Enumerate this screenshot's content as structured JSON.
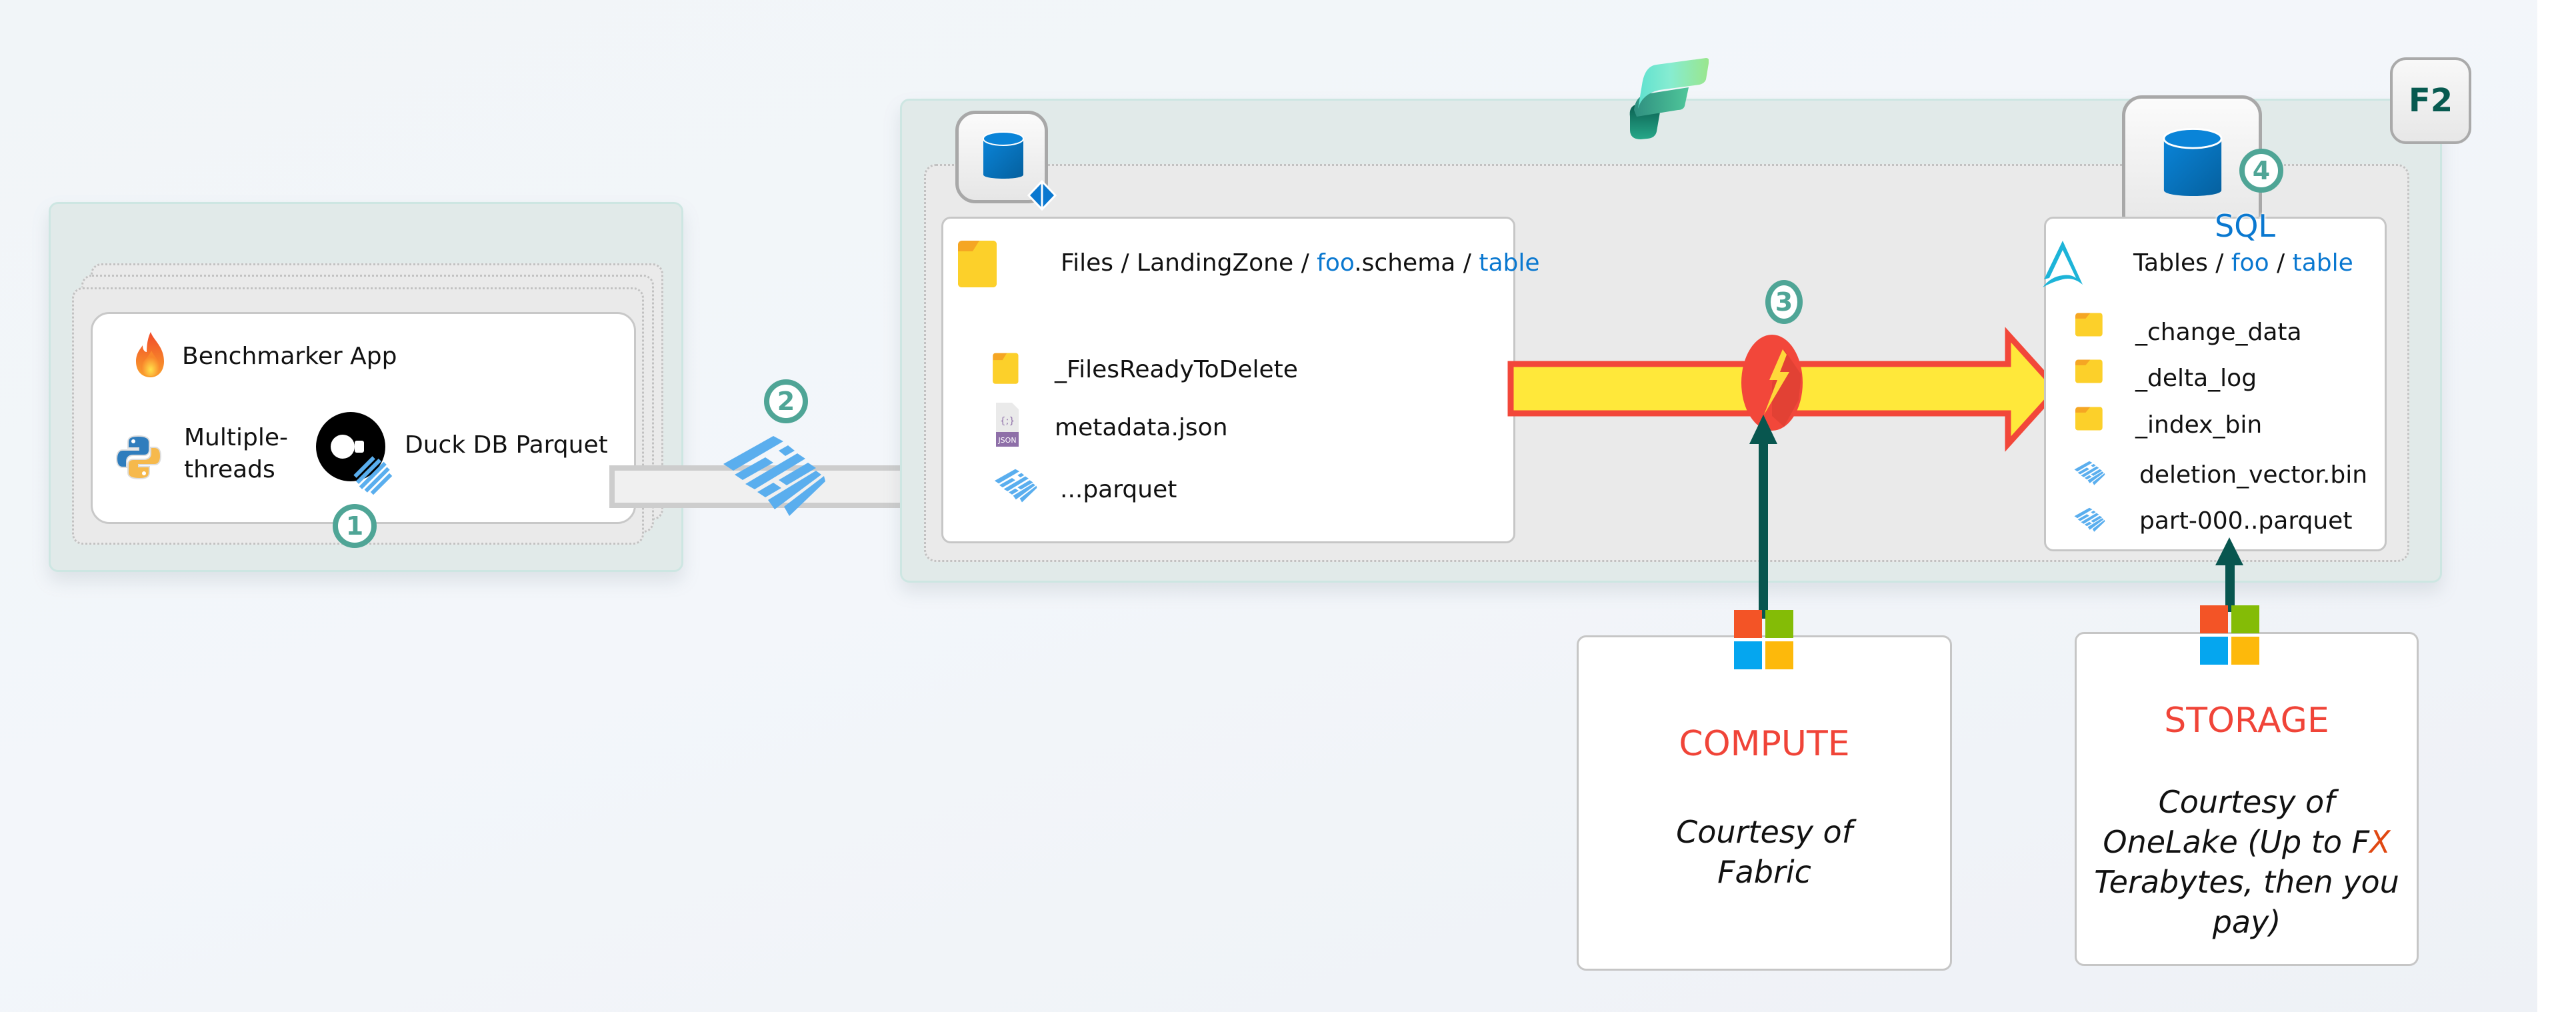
{
  "left_group": {
    "app_title": "Benchmarker App",
    "threads_label_line1": "Multiple-",
    "threads_label_line2": "threads",
    "duckdb_label": "Duck DB Parquet",
    "step": "1",
    "icons": [
      "flame-icon",
      "python-icon",
      "duckdb-icon",
      "parquet-icon"
    ]
  },
  "transfer": {
    "step": "2",
    "icon": "parquet-icon"
  },
  "fabric": {
    "capacity_badge": "F2",
    "logo": "fabric-logo",
    "lakehouse_icon": "lakehouse-icon",
    "files_panel": {
      "path_parts": [
        {
          "text": "Files / LandingZone / ",
          "highlight": false
        },
        {
          "text": "foo",
          "highlight": true
        },
        {
          "text": ".schema / ",
          "highlight": false
        },
        {
          "text": "table",
          "highlight": true
        }
      ],
      "items": [
        {
          "icon": "folder-icon",
          "name": "_FilesReadyToDelete"
        },
        {
          "icon": "json-file-icon",
          "name": "metadata.json"
        },
        {
          "icon": "parquet-icon",
          "name": "...parquet"
        }
      ]
    },
    "process": {
      "step": "3",
      "icon": "lightning-icon"
    },
    "sql_endpoint": {
      "label": "SQL",
      "step": "4"
    },
    "tables_panel": {
      "path_parts": [
        {
          "text": "Tables / ",
          "highlight": false
        },
        {
          "text": "foo",
          "highlight": true
        },
        {
          "text": " / ",
          "highlight": false
        },
        {
          "text": "table",
          "highlight": true
        }
      ],
      "items": [
        {
          "icon": "folder-icon",
          "name": "_change_data"
        },
        {
          "icon": "folder-icon",
          "name": "_delta_log"
        },
        {
          "icon": "folder-icon",
          "name": "_index_bin"
        },
        {
          "icon": "parquet-icon",
          "name": "deletion_vector.bin"
        },
        {
          "icon": "parquet-icon",
          "name": "part-000..parquet"
        }
      ]
    }
  },
  "compute_box": {
    "title": "COMPUTE",
    "text_line1": "Courtesy of",
    "text_line2": "Fabric"
  },
  "storage_box": {
    "title": "STORAGE",
    "text_line1": "Courtesy of",
    "text_line2a": "OneLake (Up to F",
    "text_line2b": "X",
    "text_line3": "Terabytes, then you",
    "text_line4": "pay)"
  },
  "colors": {
    "step_ring": "#4fa596",
    "link_blue": "#0a78d0",
    "accent_red": "#f04438",
    "arrow_yellow": "#ffe83a",
    "arrow_dark": "#08564f",
    "parquet_blue": "#5aaeee",
    "folder_yellow": "#fcd02a"
  }
}
